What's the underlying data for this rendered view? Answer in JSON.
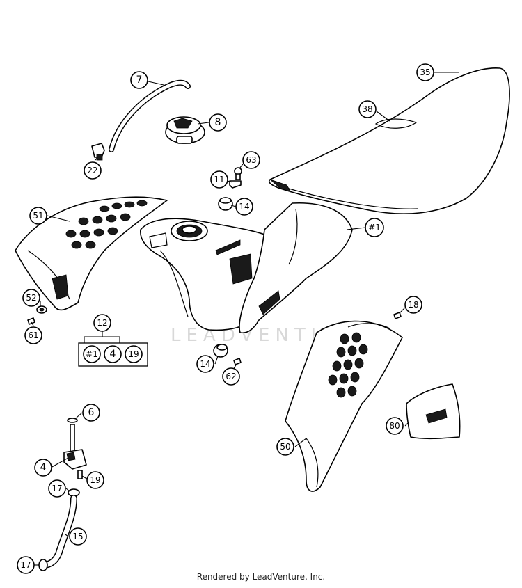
{
  "callouts": {
    "c7": "7",
    "c8": "8",
    "c22": "22",
    "c35": "35",
    "c38": "38",
    "c63": "63",
    "c11": "11",
    "c14a": "14",
    "c51": "51",
    "c1a": "#1",
    "c52": "52",
    "c61": "61",
    "c12": "12",
    "k1": "#1",
    "k4": "4",
    "k19": "19",
    "c14b": "14",
    "c62": "62",
    "c18": "18",
    "c6": "6",
    "c4": "4",
    "c19": "19",
    "c17a": "17",
    "c15": "15",
    "c17b": "17",
    "c50": "50",
    "c80": "80"
  },
  "watermark": "LEADVENTURE",
  "footer": "Rendered by LeadVenture, Inc."
}
